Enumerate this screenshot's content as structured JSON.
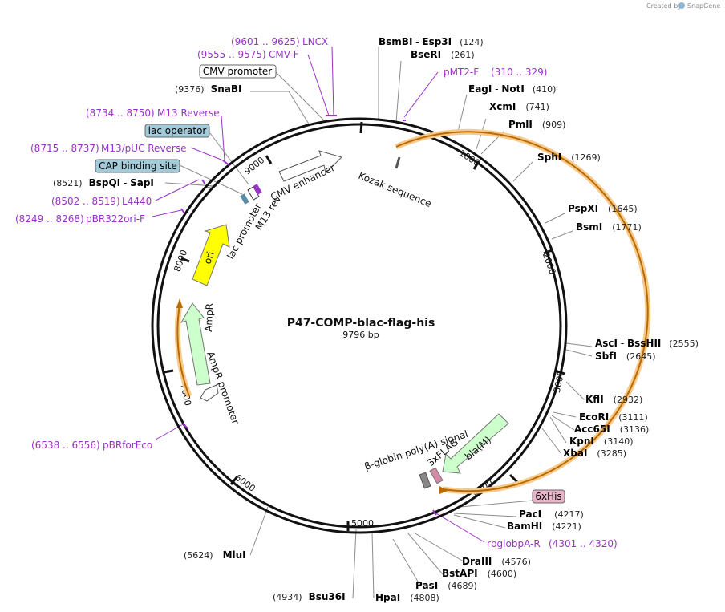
{
  "credit": {
    "created_by": "Created by",
    "brand": "SnapGene"
  },
  "plasmid": {
    "name": "P47-COMP-blac-flag-his",
    "size": "9796 bp"
  },
  "ticks": [
    "1000",
    "2000",
    "3000",
    "4000",
    "5000",
    "6000",
    "7000",
    "8000",
    "9000"
  ],
  "enzymes": {
    "bsmbi": {
      "name": "BsmBI",
      "iso": "Esp3I",
      "pos": "(124)"
    },
    "bseri": {
      "name": "BseRI",
      "pos": "(261)"
    },
    "eagi": {
      "name": "EagI",
      "iso": "NotI",
      "pos": "(410)"
    },
    "xcmi": {
      "name": "XcmI",
      "pos": "(741)"
    },
    "pmli": {
      "name": "PmlI",
      "pos": "(909)"
    },
    "sphi": {
      "name": "SphI",
      "pos": "(1269)"
    },
    "pspxi": {
      "name": "PspXI",
      "pos": "(1645)"
    },
    "bsmi": {
      "name": "BsmI",
      "pos": "(1771)"
    },
    "asci": {
      "name": "AscI",
      "iso": "BssHII",
      "pos": "(2555)"
    },
    "sbfi": {
      "name": "SbfI",
      "pos": "(2645)"
    },
    "kfli": {
      "name": "KflI",
      "pos": "(2932)"
    },
    "ecori": {
      "name": "EcoRI",
      "pos": "(3111)"
    },
    "acc65i": {
      "name": "Acc65I",
      "pos": "(3136)"
    },
    "kpni": {
      "name": "KpnI",
      "pos": "(3140)"
    },
    "xbai": {
      "name": "XbaI",
      "pos": "(3285)"
    },
    "paci": {
      "name": "PacI",
      "pos": "(4217)"
    },
    "bamhi": {
      "name": "BamHI",
      "pos": "(4221)"
    },
    "draiii": {
      "name": "DraIII",
      "pos": "(4576)"
    },
    "bstapi": {
      "name": "BstAPI",
      "pos": "(4600)"
    },
    "pasi": {
      "name": "PasI",
      "pos": "(4689)"
    },
    "hpai": {
      "name": "HpaI",
      "pos": "(4808)"
    },
    "bsu36i": {
      "name": "Bsu36I",
      "pos": "(4934)"
    },
    "mlui": {
      "name": "MluI",
      "pos": "(5624)"
    },
    "bspqi": {
      "name": "BspQI",
      "iso": "SapI",
      "pos": "(8521)"
    },
    "snabi": {
      "name": "SnaBI",
      "pos": "(9376)"
    }
  },
  "primers": {
    "lncx": {
      "range": "(9601 .. 9625)",
      "name": "LNCX"
    },
    "cmvf": {
      "range": "(9555 .. 9575)",
      "name": "CMV-F"
    },
    "pmt2f": {
      "name": "pMT2-F",
      "range": "(310 .. 329)"
    },
    "m13rev": {
      "range": "(8734 .. 8750)",
      "name": "M13 Reverse"
    },
    "m13puc": {
      "range": "(8715 .. 8737)",
      "name": "M13/pUC Reverse"
    },
    "l4440": {
      "range": "(8502 .. 8519)",
      "name": "L4440"
    },
    "pbr322": {
      "range": "(8249 .. 8268)",
      "name": "pBR322ori-F"
    },
    "pbrfor": {
      "range": "(6538 .. 6556)",
      "name": "pBRforEco"
    },
    "rbglob": {
      "name": "rbglobpA-R",
      "range": "(4301 .. 4320)"
    }
  },
  "boxed": {
    "cmv_promoter": "CMV promoter",
    "lac_operator": "lac operator",
    "cap_site": "CAP binding site",
    "sixhis": "6xHis"
  },
  "features": {
    "cmv_enhancer": "CMV enhancer",
    "kozak": "Kozak sequence",
    "m13rev": "M13 rev",
    "lac_promoter": "lac promoter",
    "ori": "ori",
    "ampr": "AmpR",
    "ampr_promoter": "AmpR promoter",
    "bla": "bla(M)",
    "flag": "3xFLAG",
    "polya": "β-globin poly(A) signal"
  },
  "colors": {
    "primer": "#9a33c7",
    "orf": "#f39c12",
    "ori": "#ffff00",
    "ampr": "#ccffcc",
    "box_blue": "#a3cbd9",
    "box_pink": "#e8b4c8"
  }
}
